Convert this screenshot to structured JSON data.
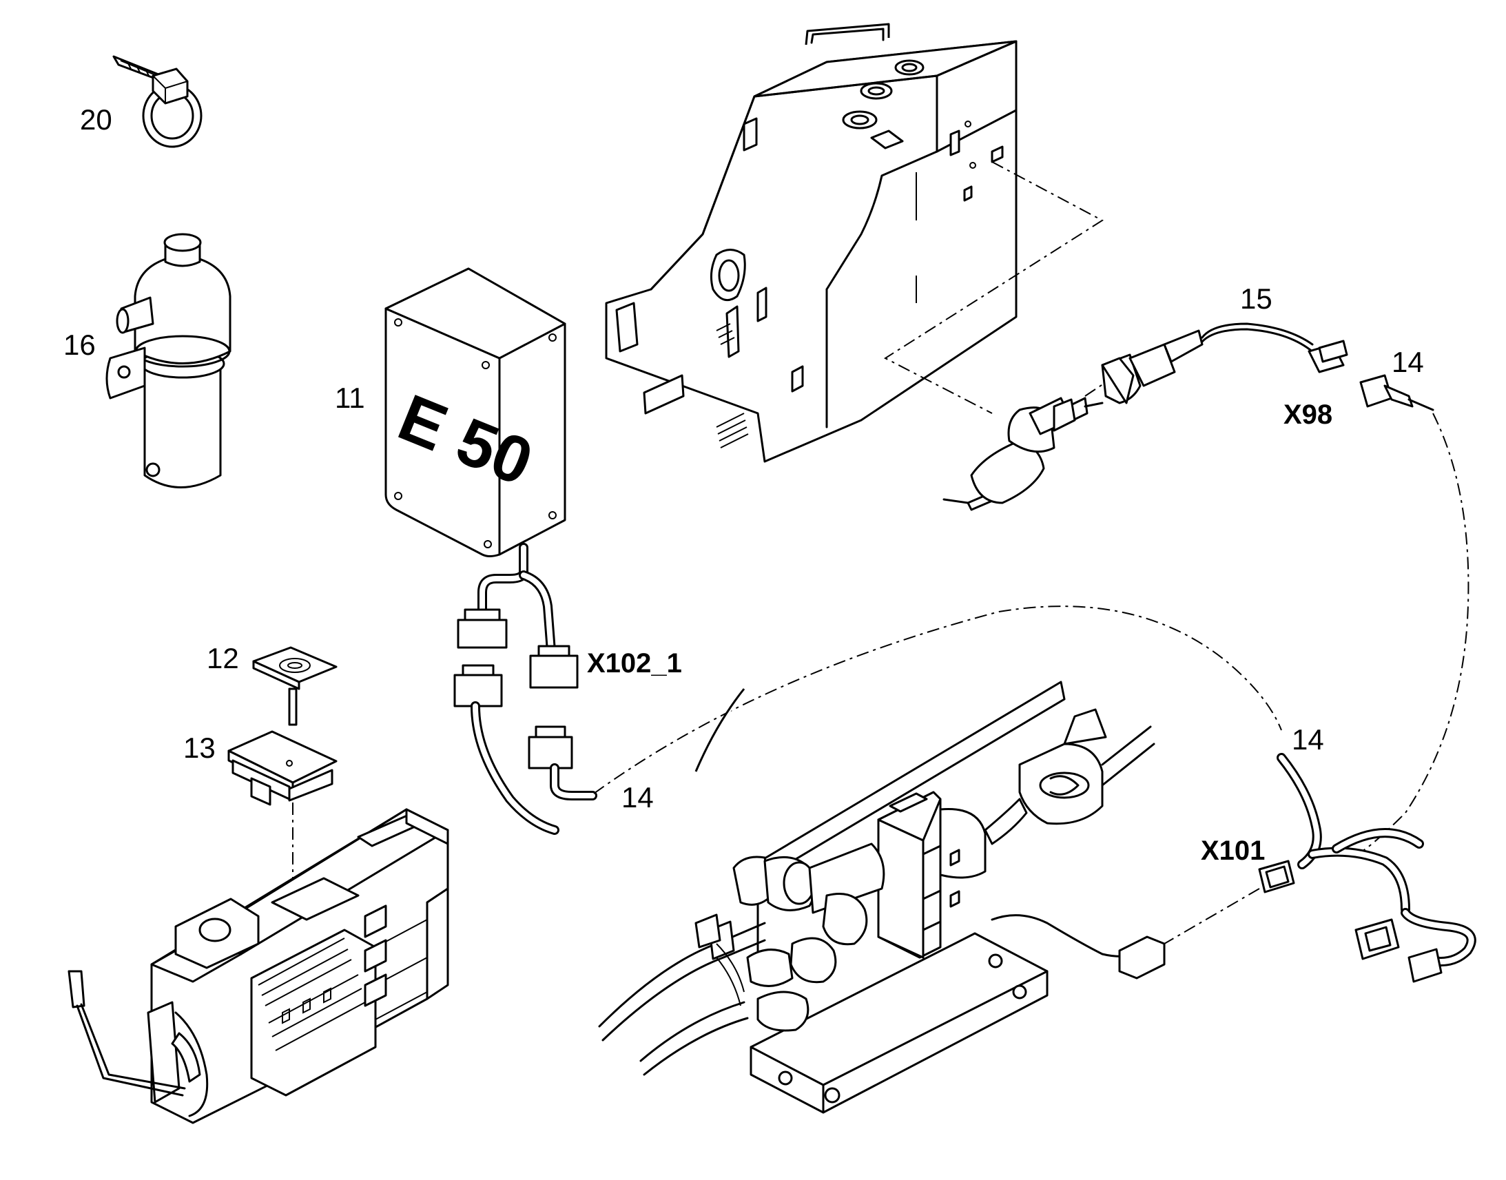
{
  "labels": {
    "p20": "20",
    "p16": "16",
    "p11": "11",
    "p15": "15",
    "p14_upper": "14",
    "p14_left": "14",
    "p14_lower": "14",
    "p12": "12",
    "p13": "13",
    "x98": "X98",
    "x102_1": "X102_1",
    "x101": "X101",
    "box_text": "E 50"
  },
  "colors": {
    "line": "#000000",
    "background": "#ffffff"
  }
}
